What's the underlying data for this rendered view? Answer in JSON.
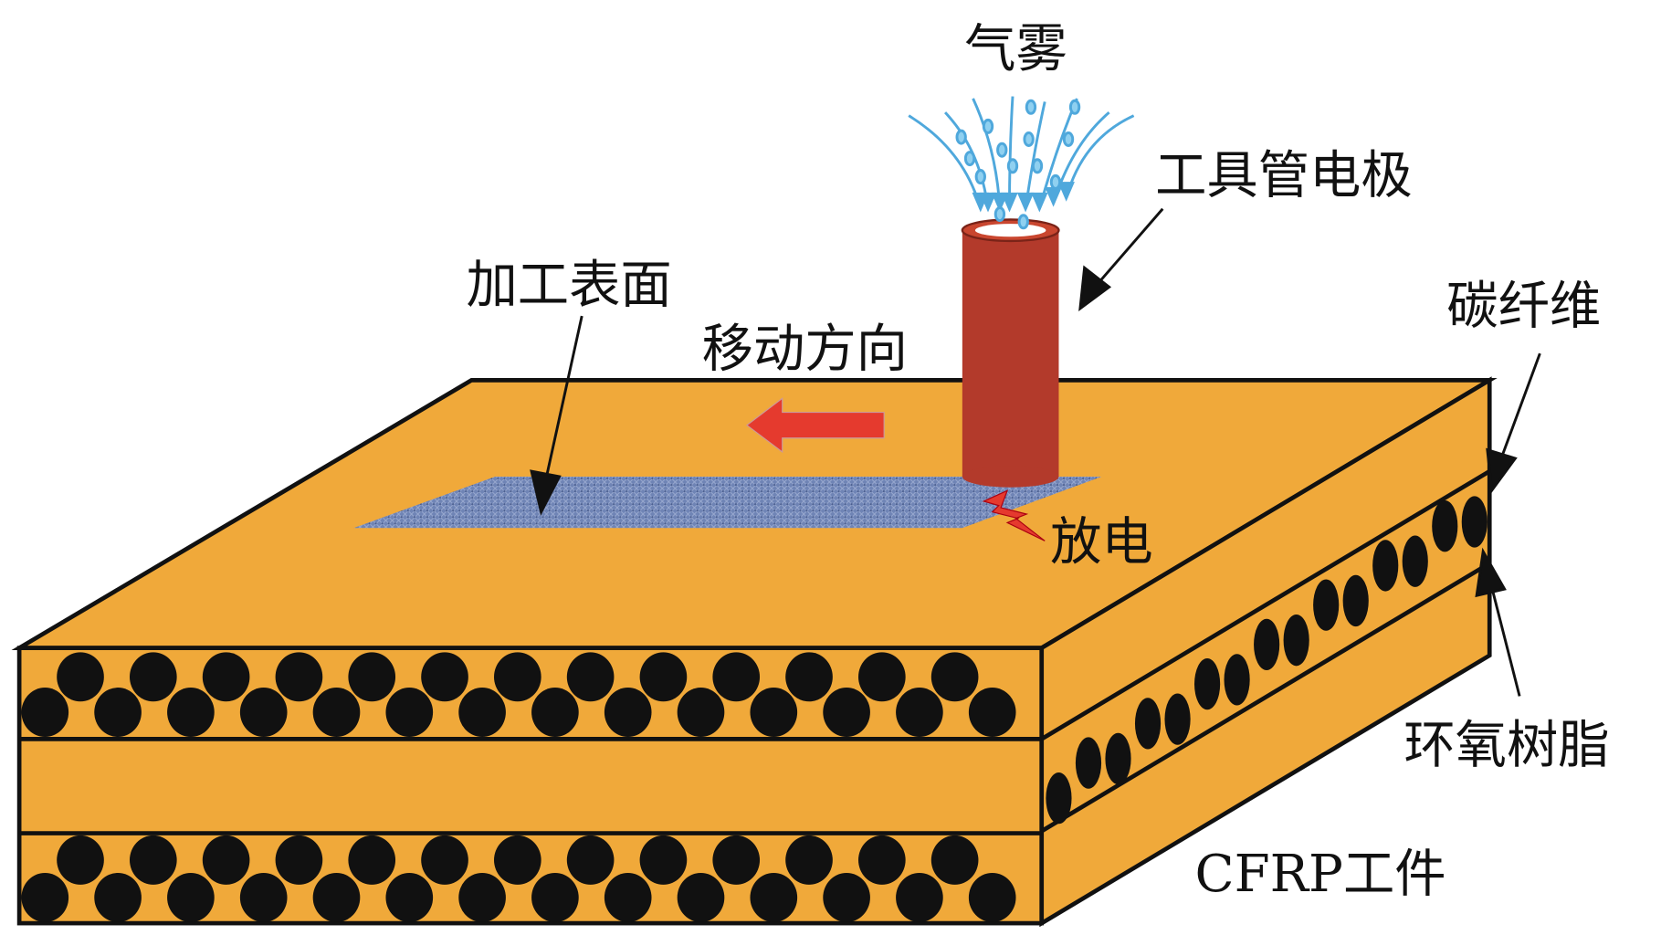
{
  "labels": {
    "mist": "气雾",
    "tube_electrode": "工具管电极",
    "machined_surface": "加工表面",
    "move_direction": "移动方向",
    "carbon_fiber": "碳纤维",
    "discharge": "放电",
    "epoxy_resin": "环氧树脂",
    "workpiece": "CFRP工件"
  },
  "colors": {
    "matrix": "#F0A93A",
    "fiber": "#111111",
    "tube": "#B33A2B",
    "surface": "#6F84B5",
    "arrow": "#E53A2E",
    "mist": "#4FA8DC"
  }
}
